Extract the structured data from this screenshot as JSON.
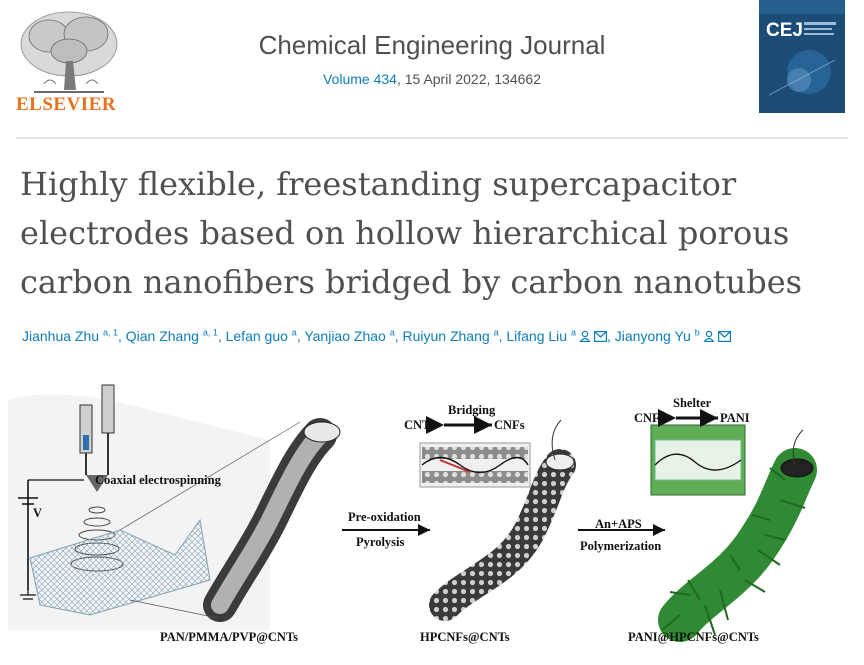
{
  "header": {
    "publisher": "ELSEVIER",
    "journal": "Chemical Engineering Journal",
    "volume_link": "Volume 434",
    "issue_info": ", 15 April 2022, 134662",
    "cover_abbrev": "CEJ"
  },
  "article": {
    "title": "Highly flexible, freestanding supercapacitor electrodes based on hollow hierarchical porous carbon nanofibers bridged by carbon nanotubes"
  },
  "authors": [
    {
      "name": "Jianhua Zhu",
      "sup": "a, 1",
      "icons": []
    },
    {
      "name": "Qian Zhang",
      "sup": "a, 1",
      "icons": []
    },
    {
      "name": "Lefan guo",
      "sup": "a",
      "icons": []
    },
    {
      "name": "Yanjiao Zhao",
      "sup": "a",
      "icons": []
    },
    {
      "name": "Ruiyun Zhang",
      "sup": "a",
      "icons": []
    },
    {
      "name": "Lifang Liu",
      "sup": "a",
      "icons": [
        "person-icon",
        "envelope-icon"
      ]
    },
    {
      "name": "Jianyong Yu",
      "sup": "b",
      "icons": [
        "person-icon",
        "envelope-icon"
      ]
    }
  ],
  "figure": {
    "electrospinning": "Coaxial electrospinning",
    "voltage": "V",
    "step1_top": "Pre-oxidation",
    "step1_bottom": "Pyrolysis",
    "bridging_title": "Bridging",
    "bridging_left": "CNTs",
    "bridging_right": "CNFs",
    "step2_top": "An+APS",
    "step2_bottom": "Polymerization",
    "shelter_title": "Shelter",
    "shelter_left": "CNFs",
    "shelter_right": "PANI",
    "caption1": "PAN/PMMA/PVP@CNTs",
    "caption2": "HPCNFs@CNTs",
    "caption3": "PANI@HPCNFs@CNTs"
  },
  "colors": {
    "elsevier_orange": "#e9711c",
    "link_blue": "#0c7dbb",
    "text_gray": "#505050",
    "pani_green": "#3d9b3a"
  }
}
